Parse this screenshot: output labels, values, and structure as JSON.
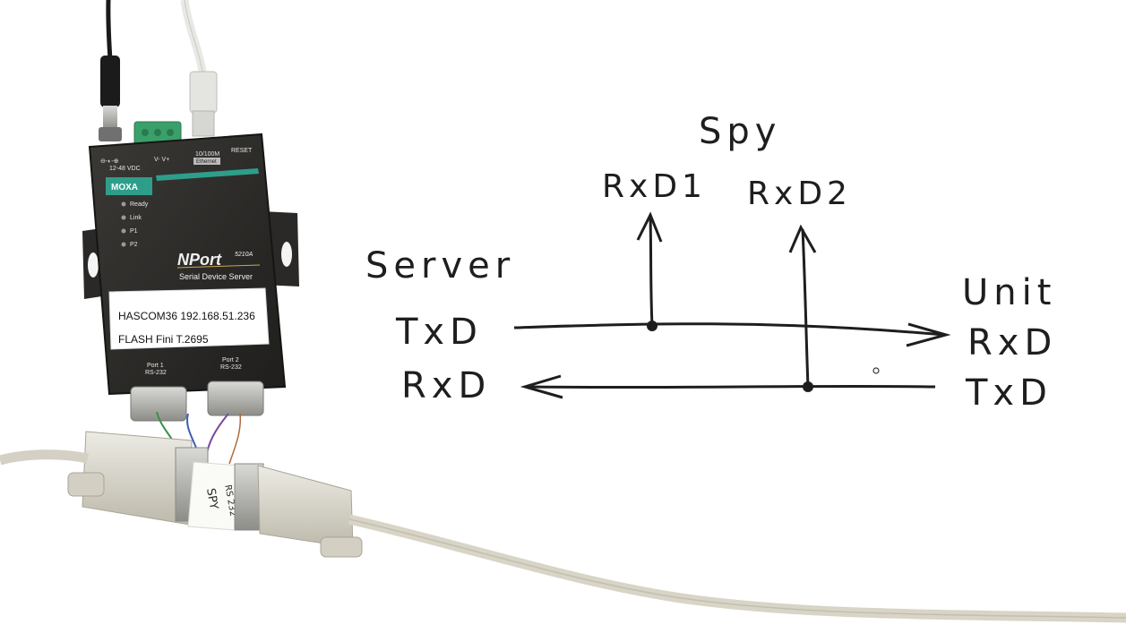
{
  "diagram": {
    "title": "Spy",
    "server_label": "Server",
    "unit_label": "Unit",
    "server_txd": "TxD",
    "server_rxd": "RxD",
    "unit_rxd": "RxD",
    "unit_txd": "TxD",
    "spy_rxd1": "RxD1",
    "spy_rxd2": "RxD2"
  },
  "device": {
    "brand": "MOXA",
    "product": "NPort",
    "model": "5210A",
    "subtitle": "Serial Device Server",
    "power_label": "12-48 VDC",
    "terminal_label": "V- V+",
    "ethernet_label": "10/100M",
    "ethernet_badge": "Ethernet",
    "reset_label": "RESET",
    "leds": [
      "Ready",
      "Link",
      "P1",
      "P2"
    ],
    "sticker_line1": "HASCOM36 192.168.51.236",
    "sticker_line2": "FLASH   Fini T.2695",
    "port1_label": "Port 1",
    "port1_type": "RS-232",
    "port2_label": "Port 2",
    "port2_type": "RS-232"
  },
  "spy_tag": {
    "line1": "RS 232",
    "line2": "SPY"
  },
  "colors": {
    "device_body": "#2c2b29",
    "brand_green": "#2e9e8a",
    "terminal_green": "#3aa06a",
    "cable_beige": "#d8d4c6",
    "ink": "#1e1e1e"
  }
}
